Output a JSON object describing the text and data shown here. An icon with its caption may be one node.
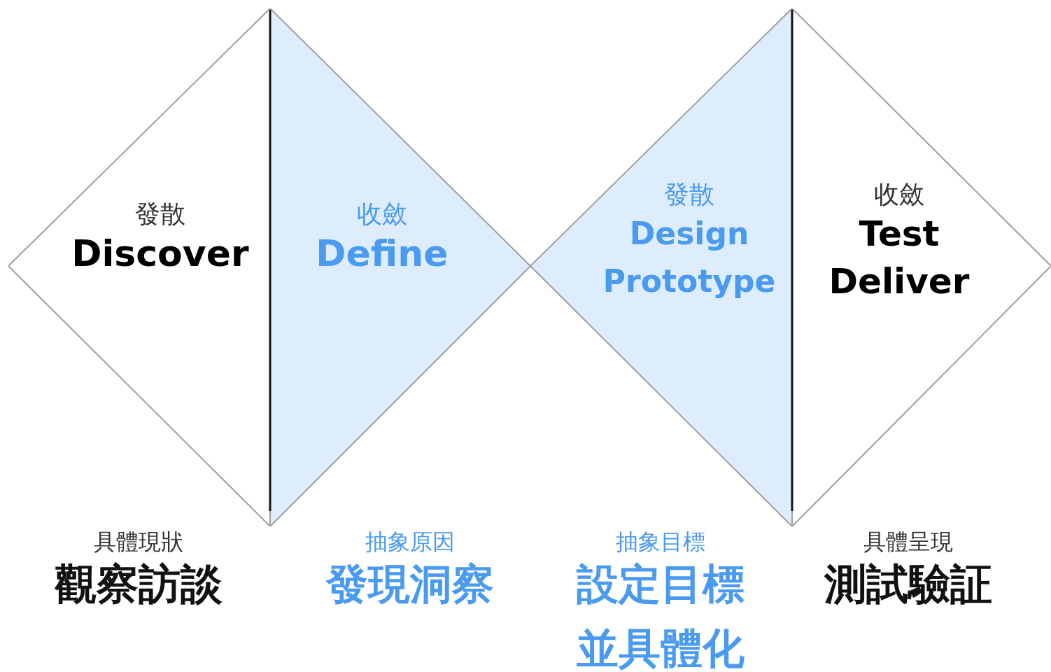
{
  "diagram": {
    "nodes": [
      {
        "text": [
          "發散",
          "Discover"
        ]
      },
      {
        "text": [
          "收斂",
          "Define"
        ]
      },
      {
        "text": [
          "發散",
          "Design Prototype"
        ]
      },
      {
        "text": [
          "收斂",
          "Test Deliver"
        ]
      }
    ],
    "labels": [
      "具體現狀",
      "觀察訪談",
      "抽象原因",
      "發現洞察",
      "抽象目標",
      "設定目標並具體化",
      "具體呈現",
      "測試驗証"
    ]
  }
}
